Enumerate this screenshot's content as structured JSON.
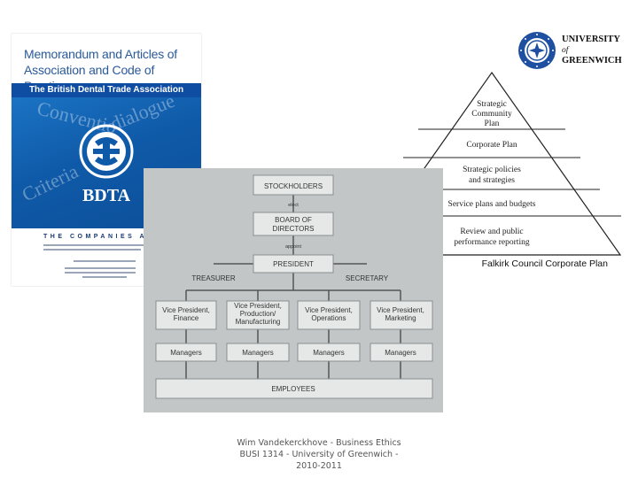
{
  "logo": {
    "line1": "UNIVERSITY",
    "line2": "of",
    "line3": "GREENWICH",
    "color": "#1f4fa0"
  },
  "brochure": {
    "title_line1": "Memorandum and Articles of",
    "title_line2": "Association and Code of Practice",
    "band": "The British Dental Trade Association",
    "art_words": [
      "Conventio",
      "dialogue",
      "Criteria"
    ],
    "brand": "BDTA",
    "companies": "THE COMPANIES A",
    "colors": {
      "band": "#0e4da1",
      "art": "#1b73c4"
    }
  },
  "pyramid": {
    "levels": [
      [
        "Strategic",
        "Community",
        "Plan"
      ],
      [
        "Corporate Plan"
      ],
      [
        "Strategic policies",
        "and strategies"
      ],
      [
        "Service plans and budgets"
      ],
      [
        "Review and public",
        "performance reporting"
      ]
    ],
    "caption": "Falkirk Council Corporate Plan"
  },
  "org_chart": {
    "top": "STOCKHOLDERS",
    "elect_label": "elect",
    "board": [
      "BOARD OF",
      "DIRECTORS"
    ],
    "appoint_label": "appoint",
    "president": "PRESIDENT",
    "treasurer": "TREASURER",
    "secretary": "SECRETARY",
    "vps": [
      [
        "Vice President,",
        "Finance"
      ],
      [
        "Vice President,",
        "Production/",
        "Manufacturing"
      ],
      [
        "Vice President,",
        "Operations"
      ],
      [
        "Vice President,",
        "Marketing"
      ]
    ],
    "managers": [
      "Managers",
      "Managers",
      "Managers",
      "Managers"
    ],
    "employees": "EMPLOYEES"
  },
  "footer": {
    "line1": "Wim Vandekerckhove - Business Ethics",
    "line2": "BUSI 1314 - University of Greenwich -",
    "line3": "2010-2011"
  }
}
